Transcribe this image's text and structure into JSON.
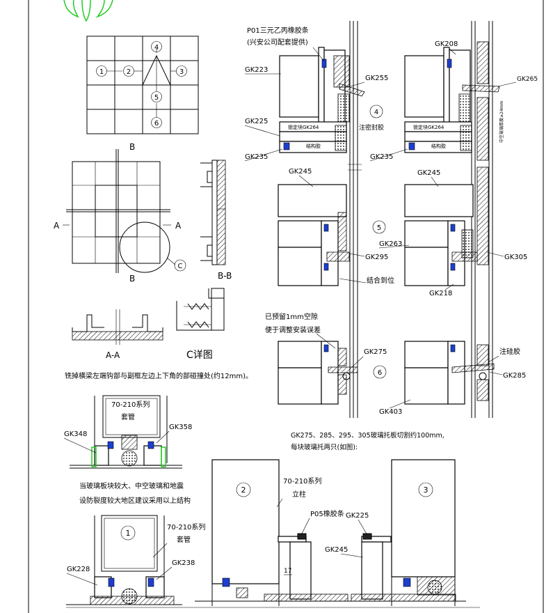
{
  "grid_labels": [
    "1",
    "2",
    "3",
    "4",
    "5",
    "6"
  ],
  "section_labels": {
    "A_left": "A",
    "A_right": "A",
    "B_top": "B",
    "B_bottom": "B",
    "C_marker": "C",
    "BB": "B-B",
    "AA": "A-A",
    "C_detail": "C详图"
  },
  "notes": {
    "milling_note": "铣掉横梁左端钩部与副框左边上下角的部碰撞处(约12mm)。",
    "glass_note_1": "当玻璃板块较大、中空玻璃和地震",
    "glass_note_2": "设防裂度较大地区建议采用以上结构",
    "pallet_note_1": "GK275、285、295、305玻璃托板切割约100mm,",
    "pallet_note_2": "每块玻璃托两只(如图):",
    "gap_note_1": "已预留1mm空隙",
    "gap_note_2": "便于调整安装误差",
    "rubber_1": "P01三元乙丙橡胶条",
    "rubber_2": "(兴安公司配套提供)",
    "seal": "注密封胶",
    "fit": "结合到位",
    "silicone": "注硅胶",
    "block": "锁定块GK264",
    "structural": "结构胶",
    "block_b": "锁定块GK264",
    "structural_b": "结构胶",
    "hollow_glass": "中空玻璃厚度≥24mm",
    "p05": "P05橡胶条",
    "series_1": "70-210系列",
    "sleeve_1": "套管",
    "series_2": "70-210系列",
    "sleeve_2": "套管",
    "series_3": "70-210系列",
    "mullion": "立柱",
    "dim_17": "17"
  },
  "parts": {
    "gk223": "GK223",
    "gk255": "GK255",
    "gk225a": "GK225",
    "gk235a": "GK235",
    "gk208": "GK208",
    "gk265": "GK265",
    "gk235b": "GK235",
    "gk245a": "GK245",
    "gk295": "GK295",
    "gk245b": "GK245",
    "gk263": "GK263",
    "gk305": "GK305",
    "gk218": "GK218",
    "gk275": "GK275",
    "gk285": "GK285",
    "gk403": "GK403",
    "gk348": "GK348",
    "gk358": "GK358",
    "gk228": "GK228",
    "gk238": "GK238",
    "gk225b": "GK225",
    "gk245c": "GK245"
  },
  "circles": {
    "c4": "4",
    "c5": "5",
    "c6": "6",
    "d1": "1",
    "d2": "2",
    "d3": "3"
  }
}
